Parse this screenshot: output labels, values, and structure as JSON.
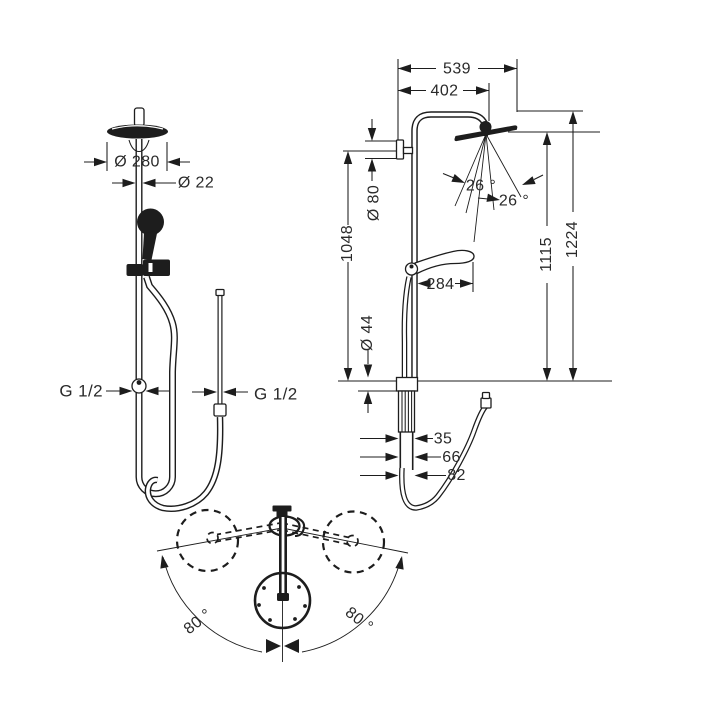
{
  "page": {
    "background": "#ffffff",
    "line_color": "#1d1d1d"
  },
  "front_view": {
    "head_diameter_label": "Ø 280",
    "pipe_diameter_label": "Ø 22",
    "left_connection_label": "G 1/2",
    "right_connection_label": "G 1/2"
  },
  "side_view": {
    "overall_reach_label": "539",
    "arm_reach_label": "402",
    "escutcheon_diameter_label": "Ø 80",
    "bar_height_label": "1048",
    "handshower_reach_label": "284",
    "base_diameter_label": "Ø 44",
    "spray_height_label": "1115",
    "overall_height_label": "1224",
    "head_tilt_label_1": "26 °",
    "head_tilt_label_2": "26 °",
    "base_offset_labels": [
      "35",
      "66",
      "82"
    ]
  },
  "plan_view": {
    "swivel_left_label": "80 °",
    "swivel_right_label": "80 °"
  }
}
